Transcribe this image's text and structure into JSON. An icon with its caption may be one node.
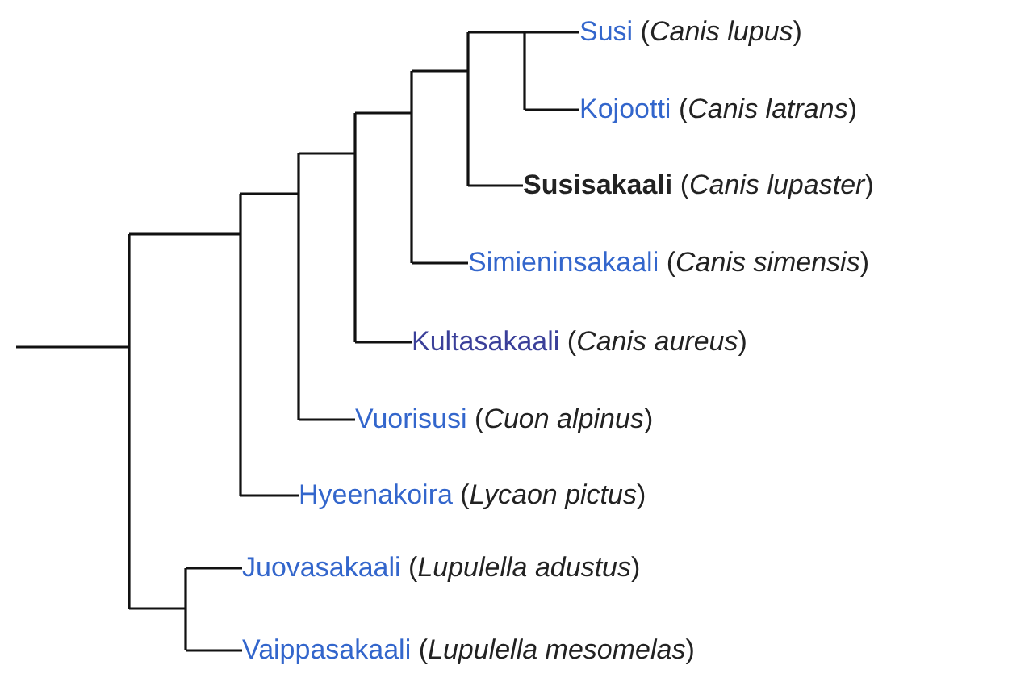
{
  "diagram": {
    "nodes": [
      {
        "text": [
          "Susi (*Canis lupus*)"
        ]
      },
      {
        "text": [
          "Kojootti (*Canis latrans*)"
        ]
      },
      {
        "text": [
          "**Susisakaali** (*Canis lupaster*)"
        ]
      },
      {
        "text": [
          "Simieninsakaali (*Canis simensis*)"
        ]
      },
      {
        "text": [
          "Kultasakaali (*Canis aureus*)"
        ]
      },
      {
        "text": [
          "Vuorisusi (*Cuon alpinus*)"
        ]
      },
      {
        "text": [
          "Hyeenakoira (*Lycaon pictus*)"
        ]
      },
      {
        "text": [
          "Juovasakaali (*Lupulella adustus*)"
        ]
      },
      {
        "text": [
          "Vaippasakaali (*Lupulella mesomelas*)"
        ]
      }
    ]
  }
}
